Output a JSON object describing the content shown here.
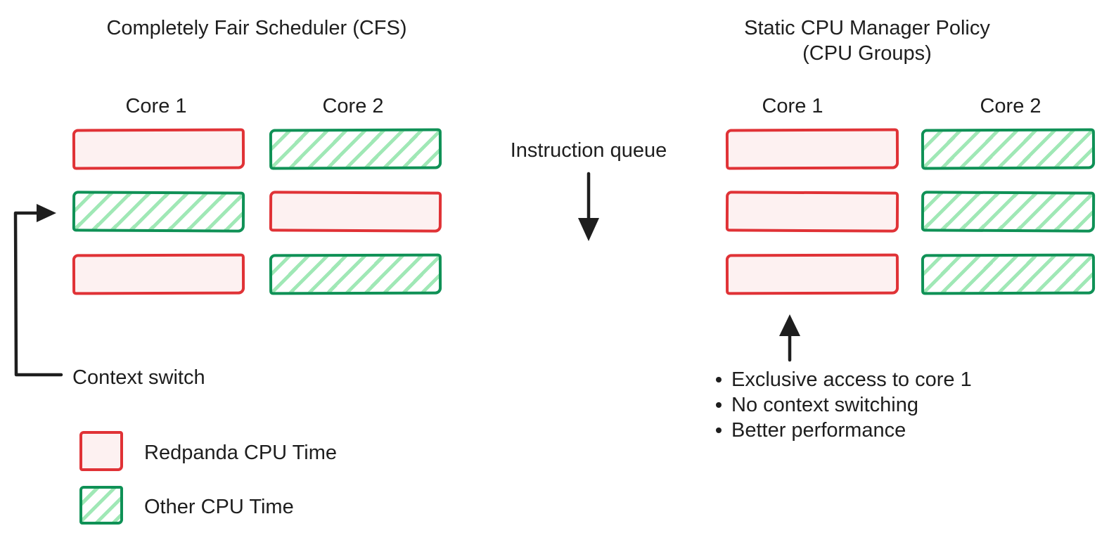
{
  "left_panel": {
    "title": "Completely Fair Scheduler (CFS)",
    "core_labels": [
      "Core 1",
      "Core 2"
    ],
    "core1_slots": [
      "redpanda",
      "other",
      "redpanda"
    ],
    "core2_slots": [
      "other",
      "redpanda",
      "other"
    ],
    "context_switch_label": "Context switch"
  },
  "middle": {
    "instruction_queue_label": "Instruction queue"
  },
  "right_panel": {
    "title_line1": "Static CPU Manager Policy",
    "title_line2": "(CPU Groups)",
    "core_labels": [
      "Core 1",
      "Core 2"
    ],
    "core1_slots": [
      "redpanda",
      "redpanda",
      "redpanda"
    ],
    "core2_slots": [
      "other",
      "other",
      "other"
    ],
    "bullets": [
      "Exclusive access to core 1",
      "No context switching",
      "Better performance"
    ]
  },
  "legend": {
    "items": [
      {
        "swatch": "redpanda",
        "label": "Redpanda CPU Time"
      },
      {
        "swatch": "other",
        "label": "Other CPU Time"
      }
    ]
  },
  "colors": {
    "redpanda_stroke": "#e03236",
    "redpanda_fill": "#fdf1f1",
    "other_stroke": "#0f9156",
    "other_hatch": "#a0e8b6",
    "arrow": "#1e1e1e",
    "text": "#1e1e1e"
  }
}
